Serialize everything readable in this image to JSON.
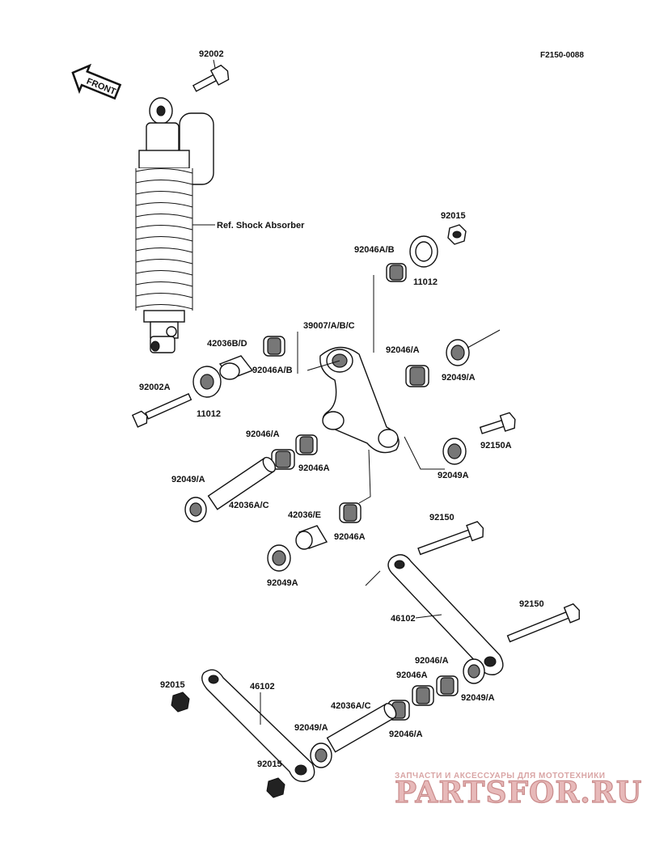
{
  "diagram_code": "F2150-0088",
  "front_label": "FRONT",
  "ref_label": "Ref. Shock Absorber",
  "parts": {
    "p92002_top": "92002",
    "p92015_top": "92015",
    "p92046ab": "92046A/B",
    "p11012_r": "11012",
    "p39007": "39007/A/B/C",
    "p42036bd": "42036B/D",
    "p92046ab2": "92046A/B",
    "p92046a_r": "92046/A",
    "p92049a_r": "92049/A",
    "p92002a": "92002A",
    "p11012_l": "11012",
    "p92046a_m": "92046/A",
    "p92046A_m": "92046A",
    "p92150a": "92150A",
    "p92049a_l": "92049/A",
    "p42036ac_1": "42036A/C",
    "p92049A_r": "92049A",
    "p42036e": "42036/E",
    "p92046A_e": "92046A",
    "p92049A_l": "92049A",
    "p92150_1": "92150",
    "p92150_2": "92150",
    "p46102_r": "46102",
    "p92046a_b1": "92046/A",
    "p92046A_b": "92046A",
    "p92049a_b": "92049/A",
    "p92015_bl": "92015",
    "p46102_l": "46102",
    "p42036ac_2": "42036A/C",
    "p92049a_b2": "92049/A",
    "p92046a_b2": "92046/A",
    "p92015_b2": "92015"
  },
  "watermark": {
    "top": "ЗАПЧАСТИ И АКСЕССУАРЫ ДЛЯ МОТОТЕХНИКИ",
    "brand": "PARTSFOR.RU"
  }
}
